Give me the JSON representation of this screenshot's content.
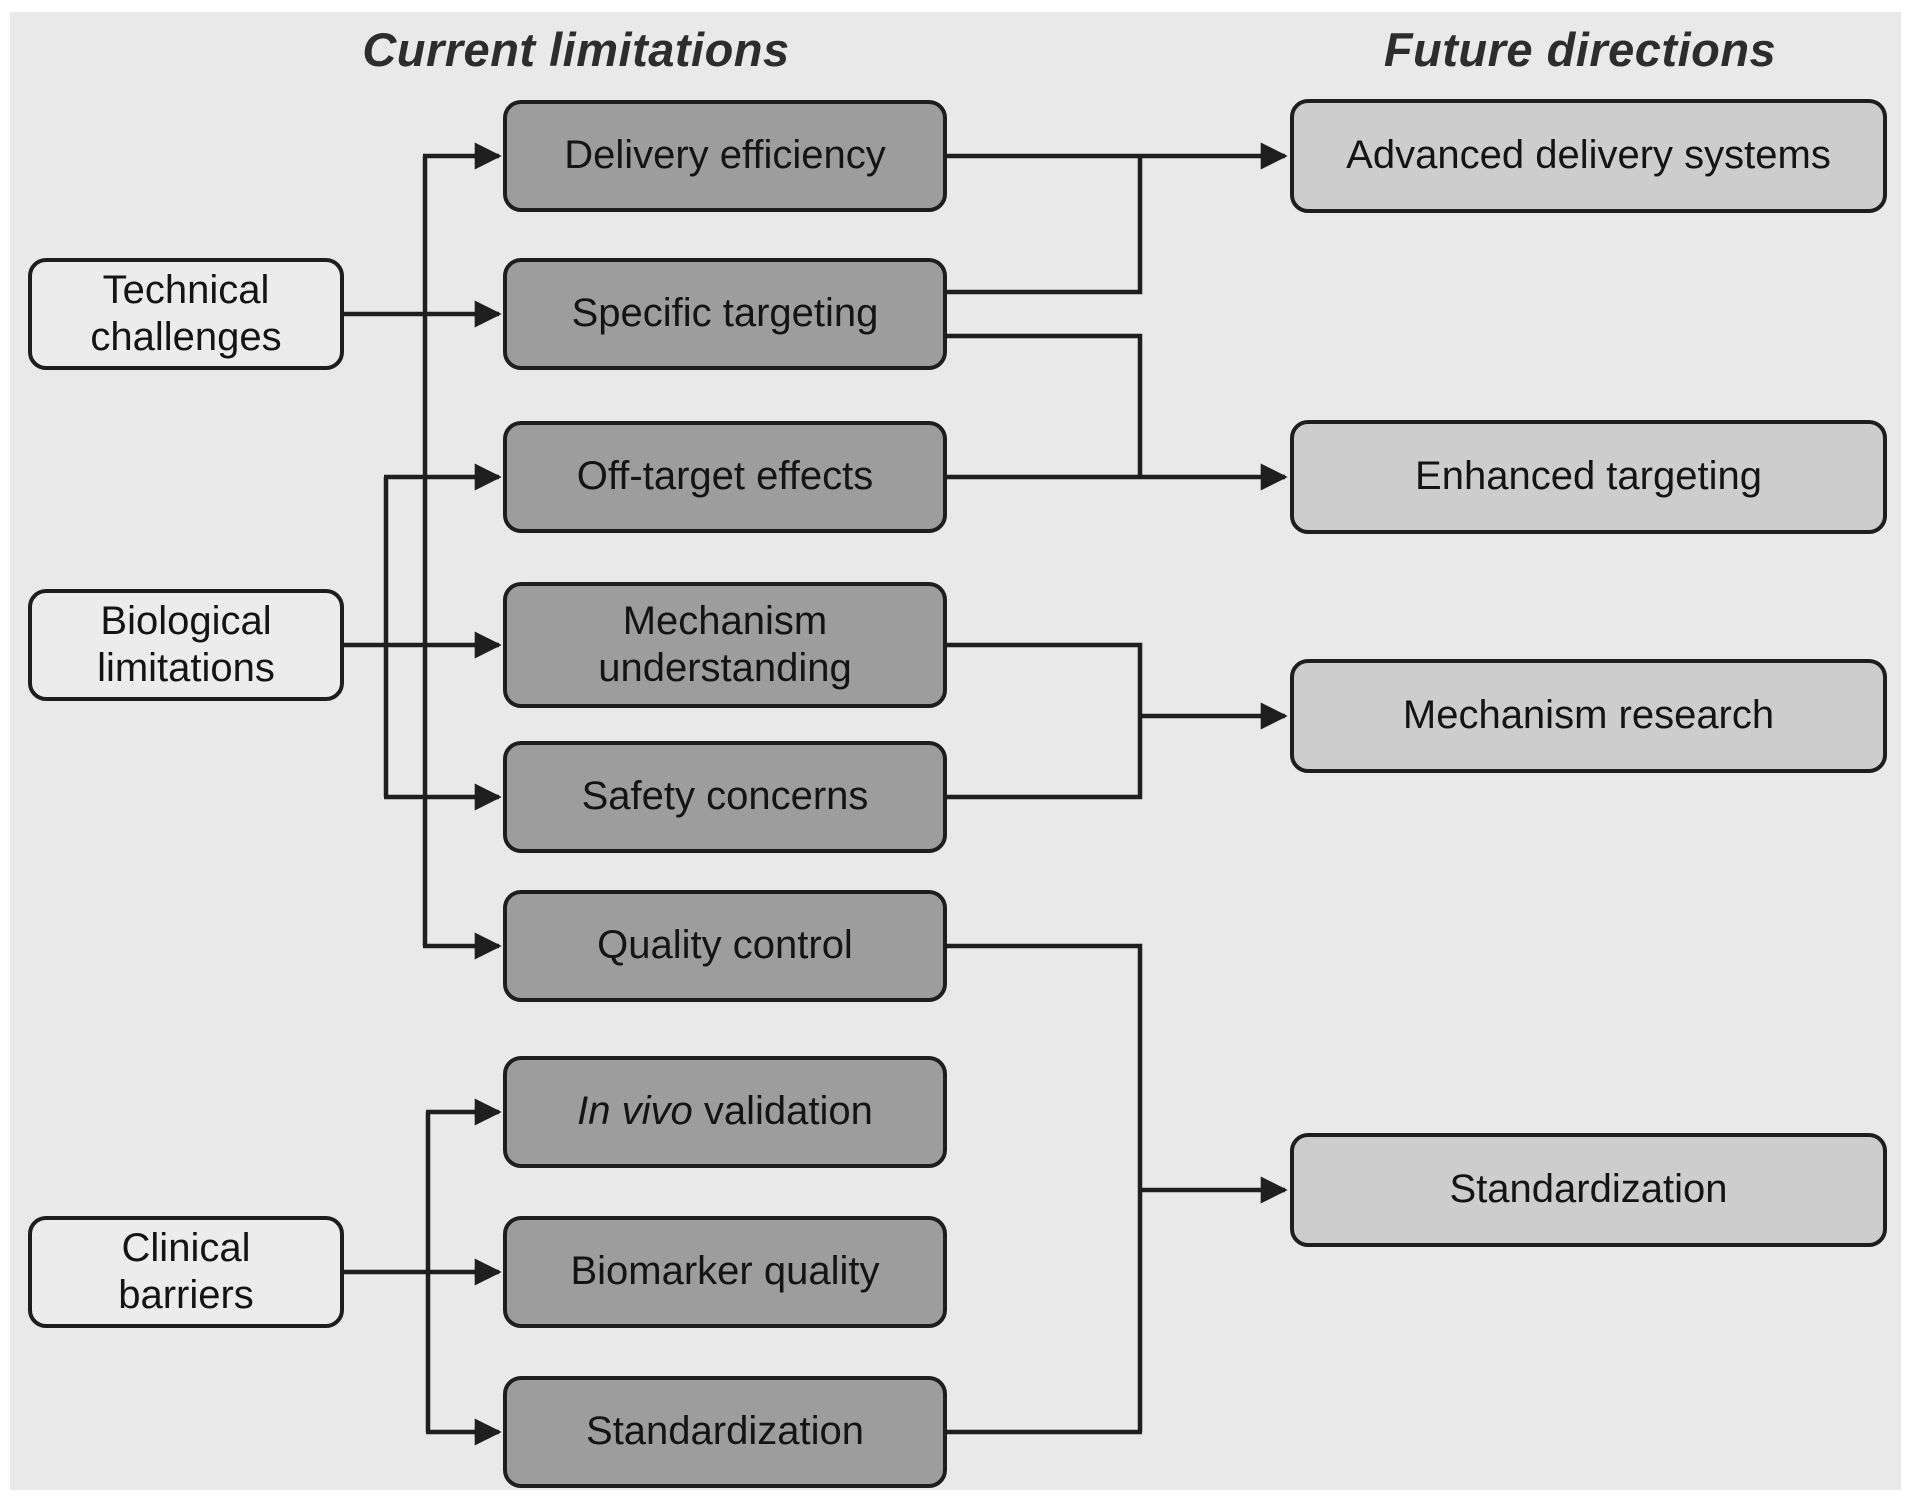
{
  "figure": {
    "headers": {
      "left": "Current limitations",
      "right": "Future directions"
    },
    "source_nodes": [
      {
        "id": "technical-challenges",
        "line1": "Technical",
        "line2": "challenges"
      },
      {
        "id": "biological-limitations",
        "line1": "Biological",
        "line2": "limitations"
      },
      {
        "id": "clinical-barriers",
        "line1": "Clinical",
        "line2": "barriers"
      }
    ],
    "limitation_nodes": [
      {
        "id": "delivery-efficiency",
        "label": "Delivery efficiency"
      },
      {
        "id": "specific-targeting",
        "label": "Specific targeting"
      },
      {
        "id": "off-target-effects",
        "label": "Off-target effects"
      },
      {
        "id": "mechanism-understanding",
        "line1": "Mechanism",
        "line2": "understanding"
      },
      {
        "id": "safety-concerns",
        "label": "Safety concerns"
      },
      {
        "id": "quality-control",
        "label": "Quality control"
      },
      {
        "id": "in-vivo-validation",
        "label_italic": "In vivo",
        "label_rest": " validation"
      },
      {
        "id": "biomarker-quality",
        "label": "Biomarker quality"
      },
      {
        "id": "standardization",
        "label": "Standardization"
      }
    ],
    "direction_nodes": [
      {
        "id": "advanced-delivery-systems",
        "label": "Advanced delivery systems"
      },
      {
        "id": "enhanced-targeting",
        "label": "Enhanced targeting"
      },
      {
        "id": "mechanism-research",
        "label": "Mechanism research"
      },
      {
        "id": "standardization-future",
        "label": "Standardization"
      }
    ],
    "edges": [
      {
        "from": "Technical challenges",
        "to": "Delivery efficiency"
      },
      {
        "from": "Technical challenges",
        "to": "Specific targeting"
      },
      {
        "from": "Technical challenges",
        "to": "Quality control"
      },
      {
        "from": "Biological limitations",
        "to": "Off-target effects"
      },
      {
        "from": "Biological limitations",
        "to": "Mechanism understanding"
      },
      {
        "from": "Biological limitations",
        "to": "Safety concerns"
      },
      {
        "from": "Clinical barriers",
        "to": "In vivo validation"
      },
      {
        "from": "Clinical barriers",
        "to": "Biomarker quality"
      },
      {
        "from": "Clinical barriers",
        "to": "Standardization"
      },
      {
        "from": "Delivery efficiency",
        "to": "Advanced delivery systems"
      },
      {
        "from": "Specific targeting",
        "to": "Advanced delivery systems"
      },
      {
        "from": "Specific targeting",
        "to": "Enhanced targeting"
      },
      {
        "from": "Off-target effects",
        "to": "Enhanced targeting"
      },
      {
        "from": "Mechanism understanding",
        "to": "Mechanism research"
      },
      {
        "from": "Safety concerns",
        "to": "Mechanism research"
      },
      {
        "from": "Quality control",
        "to": "Standardization (future)"
      },
      {
        "from": "Standardization",
        "to": "Standardization (future)"
      }
    ],
    "colors": {
      "panel_background": "#e9e9e9",
      "page_background": "#ffffff",
      "source_fill": "#ececec",
      "limitation_fill": "#9d9d9d",
      "direction_fill": "#cdcdcd",
      "border_and_line": "#1f1f1f",
      "text": "#141414",
      "header_text": "#2d2d2d"
    }
  }
}
